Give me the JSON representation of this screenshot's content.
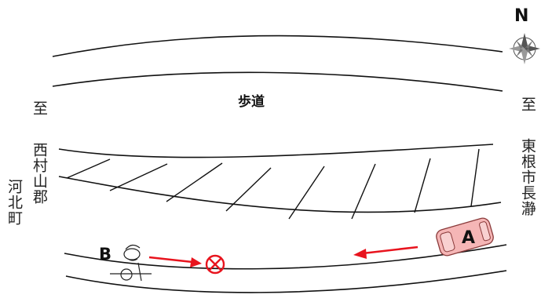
{
  "compass": {
    "label": "N",
    "icon": "compass-rose-icon"
  },
  "road_labels": {
    "sidewalk": "歩道"
  },
  "direction_labels": {
    "left_to": "至",
    "left_dest_1": "西村山郡",
    "left_dest_2": "河北町",
    "right_to": "至",
    "right_dest": "東根市長瀞"
  },
  "vehicles": {
    "a_label": "A",
    "b_label": "B"
  },
  "markers": {
    "collision_icon": "collision-point-icon",
    "arrow_color": "#e8141e",
    "car_fill": "#f5b6b6"
  }
}
